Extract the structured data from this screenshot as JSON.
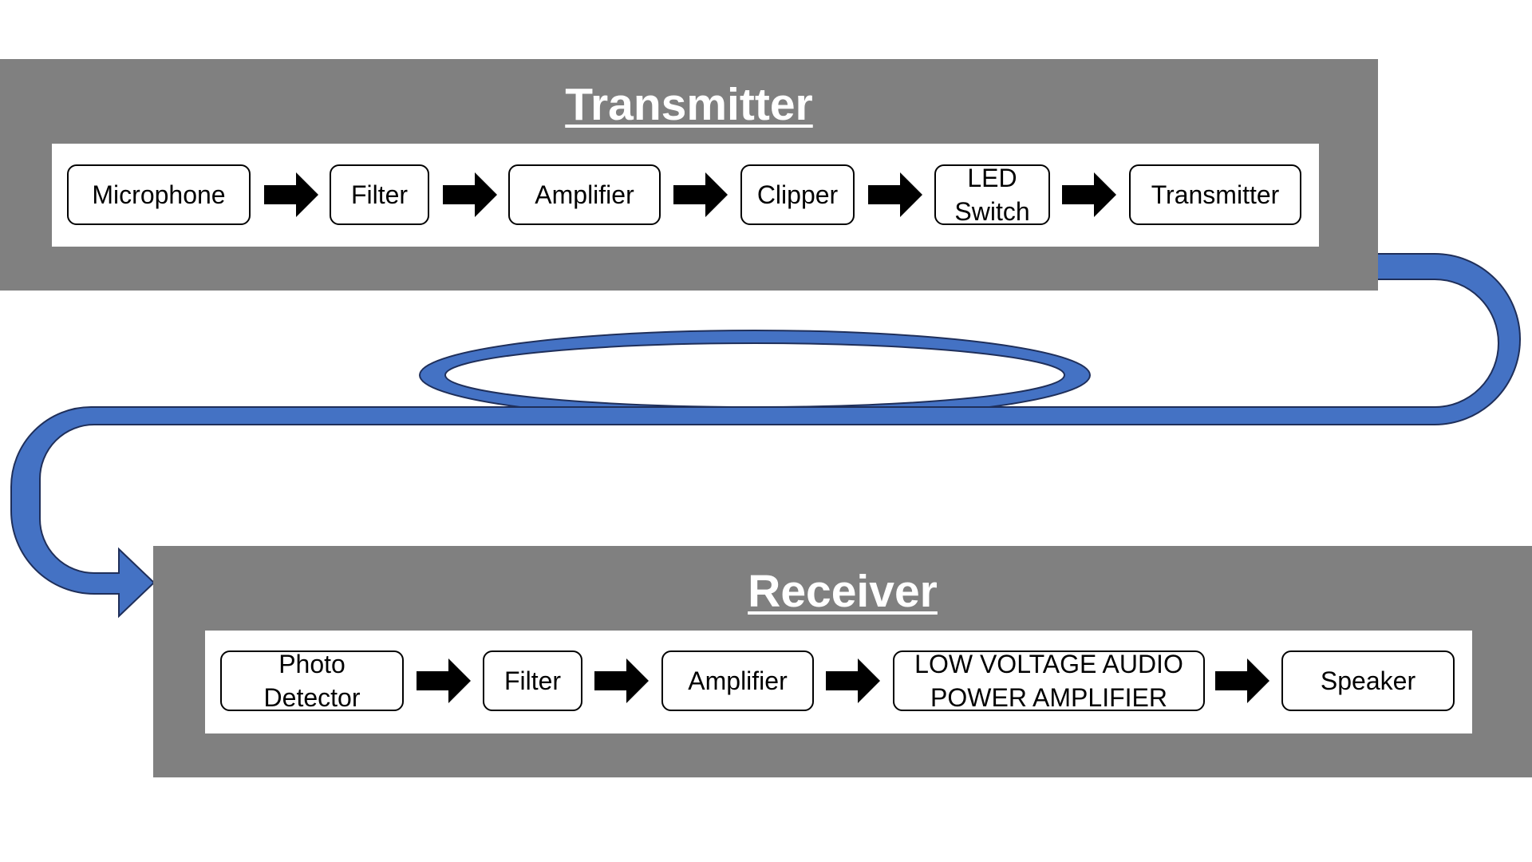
{
  "colors": {
    "panel": "#808080",
    "link": "#4472c4",
    "link_outline": "#1f2f5a",
    "arrow": "#000000"
  },
  "transmitter": {
    "title": "Transmitter",
    "blocks": [
      {
        "label": "Microphone"
      },
      {
        "label": "Filter"
      },
      {
        "label": "Amplifier"
      },
      {
        "label": "Clipper"
      },
      {
        "label": "LED\nSwitch"
      },
      {
        "label": "Transmitter"
      }
    ]
  },
  "receiver": {
    "title": "Receiver",
    "blocks": [
      {
        "label": "Photo\nDetector"
      },
      {
        "label": "Filter"
      },
      {
        "label": "Amplifier"
      },
      {
        "label": "LOW VOLTAGE AUDIO\nPOWER AMPLIFIER"
      },
      {
        "label": "Speaker"
      }
    ]
  }
}
